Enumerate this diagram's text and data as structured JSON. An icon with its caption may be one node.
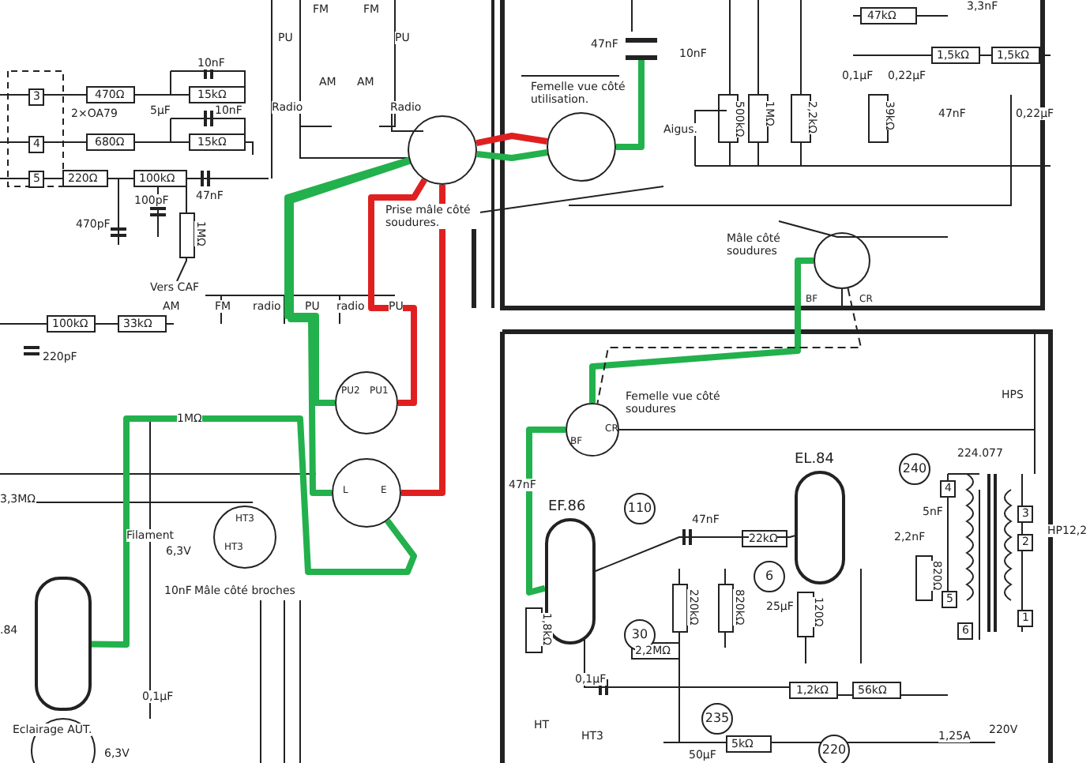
{
  "diagram": {
    "nodes": [
      {
        "text": [],
        "shape": "circle",
        "beside": [
          "Prise mâle côté soudures."
        ]
      },
      {
        "text": [],
        "shape": "circle",
        "beside": [
          "Femelle vue côté utilisation."
        ]
      },
      {
        "text": [
          "PU2",
          "PU1"
        ]
      },
      {
        "text": [
          "L",
          "E"
        ]
      },
      {
        "text": [
          "BF",
          "CR"
        ],
        "beside": [
          "Mâle côté soudures"
        ]
      },
      {
        "text": [
          "BF",
          "CR"
        ],
        "beside": [
          "Femelle vue côté soudures"
        ]
      },
      {
        "text": [],
        "shape": "bar",
        "beside": [
          "47nF"
        ]
      },
      {
        "text": [],
        "shape": "tube",
        "beside": [
          "EF.86"
        ]
      },
      {
        "text": [],
        "shape": "tube",
        "beside": [
          "EL.84"
        ]
      },
      {
        "text": [],
        "shape": "tube",
        "beside": [
          ".84"
        ]
      },
      {
        "text": [
          "HT3",
          "HT3"
        ],
        "beside": [
          "Mâle côté broches"
        ]
      }
    ],
    "edges": [
      {
        "from": 0,
        "to": 1,
        "arrow": "none",
        "color": "#e02020"
      },
      {
        "from": 0,
        "to": 1,
        "arrow": "none",
        "color": "#22b14c"
      },
      {
        "from": 1,
        "to": 6,
        "arrow": "none",
        "color": "#22b14c"
      },
      {
        "from": 0,
        "to": 2,
        "arrow": "none",
        "color": "#e02020"
      },
      {
        "from": 0,
        "to": 3,
        "arrow": "none",
        "color": "#e02020"
      },
      {
        "from": 0,
        "to": 2,
        "arrow": "none",
        "color": "#22b14c"
      },
      {
        "from": 0,
        "to": 3,
        "arrow": "none",
        "color": "#22b14c"
      },
      {
        "from": 3,
        "to": 9,
        "arrow": "none",
        "color": "#22b14c"
      },
      {
        "from": 4,
        "to": 5,
        "arrow": "none",
        "color": "#22b14c"
      },
      {
        "from": 5,
        "to": 7,
        "arrow": "none",
        "color": "#22b14c"
      },
      {
        "from": 4,
        "to": 5,
        "arrow": "none",
        "style": "dashed",
        "color": "#222222"
      },
      {
        "from": 7,
        "to": 8,
        "arrow": "none",
        "color": "#222222"
      }
    ],
    "labels": [
      "10nF",
      "3",
      "470Ω",
      "15kΩ",
      "2×OA79",
      "5µF",
      "10nF",
      "4",
      "680Ω",
      "15kΩ",
      "5",
      "220Ω",
      "100kΩ",
      "47nF",
      "470pF",
      "100pF",
      "1MΩ",
      "Vers CAF",
      "AM",
      "FM",
      "radio",
      "PU",
      "radio",
      "PU",
      "100kΩ",
      "33kΩ",
      "220pF",
      "FM",
      "FM",
      "PU",
      "PU",
      "AM",
      "AM",
      "Radio",
      "Radio",
      "10nF",
      "500kΩ",
      "1MΩ",
      "2,2kΩ",
      "Aigus.",
      "47kΩ",
      "3,3nF",
      "0,1µF",
      "0,22µF",
      "1,5kΩ",
      "1,5kΩ",
      "39kΩ",
      "47nF",
      "0,22µF",
      "1MΩ",
      "3,3MΩ",
      "Filament",
      "6,3V",
      "10nF",
      "0,1µF",
      "Eclairage AUT.",
      "6,3V",
      "HPS",
      "47nF",
      "110",
      "47nF",
      "22kΩ",
      "6",
      "220kΩ",
      "820kΩ",
      "25µF",
      "120Ω",
      "30",
      "2,2MΩ",
      "0,1µF",
      "1,8kΩ",
      "240",
      "224.077",
      "5nF",
      "2,2nF",
      "820Ω",
      "4",
      "3",
      "2",
      "5",
      "1",
      "6",
      "HP12,2",
      "1,2kΩ",
      "56kΩ",
      "5kΩ",
      "235",
      "50µF",
      "220",
      "HT",
      "HT3",
      "1,25A",
      "220V"
    ]
  }
}
